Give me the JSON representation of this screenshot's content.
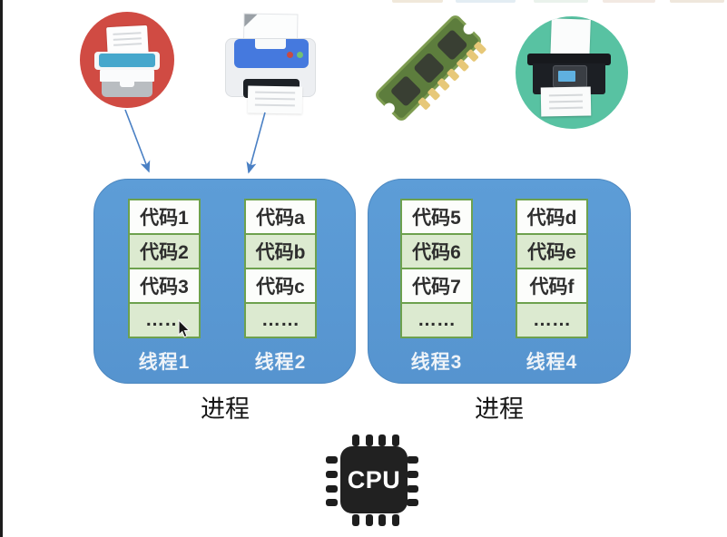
{
  "page": {
    "background": "#ffffff",
    "left_edge_bar_color": "#1c1c1c"
  },
  "icons": {
    "red_circle_printer": {
      "name": "printer-in-red-circle-icon",
      "circle_color": "#d04b43",
      "tray_color": "#46a7cc"
    },
    "flat_printer": {
      "name": "desktop-printer-icon",
      "band_color": "#4579de",
      "status_dots": [
        "#c84b42",
        "#72c174"
      ]
    },
    "ram_chip": {
      "name": "ram-memory-icon",
      "pcb_color": "#5d7d3d",
      "pin_color": "#e7c878"
    },
    "teal_circle_printer": {
      "name": "printer-in-teal-circle-icon",
      "circle_color": "#58c2a2"
    },
    "cpu_chip": {
      "name": "cpu-chip-icon",
      "body_color": "#212121"
    }
  },
  "arrows": {
    "color": "#4a80c4",
    "items": [
      {
        "name": "arrow-red-printer-to-process1"
      },
      {
        "name": "arrow-flat-printer-to-process1"
      }
    ]
  },
  "processes": [
    {
      "label": "进程",
      "box_color": "#5b9bd5",
      "threads": [
        {
          "label": "线程1",
          "cells": [
            "代码1",
            "代码2",
            "代码3",
            "……"
          ]
        },
        {
          "label": "线程2",
          "cells": [
            "代码a",
            "代码b",
            "代码c",
            "……"
          ]
        }
      ]
    },
    {
      "label": "进程",
      "box_color": "#5b9bd5",
      "threads": [
        {
          "label": "线程3",
          "cells": [
            "代码5",
            "代码6",
            "代码7",
            "……"
          ]
        },
        {
          "label": "线程4",
          "cells": [
            "代码d",
            "代码e",
            "代码f",
            "……"
          ]
        }
      ]
    }
  ],
  "cpu": {
    "label": "CPU"
  },
  "colors": {
    "process_box": "#5b9bd5",
    "cell_border": "#6da14e",
    "cell_fill_light": "#fcfdfb",
    "cell_fill_green": "#dcead0",
    "thread_label_text": "#eef3f8",
    "process_label_text": "#161616"
  }
}
